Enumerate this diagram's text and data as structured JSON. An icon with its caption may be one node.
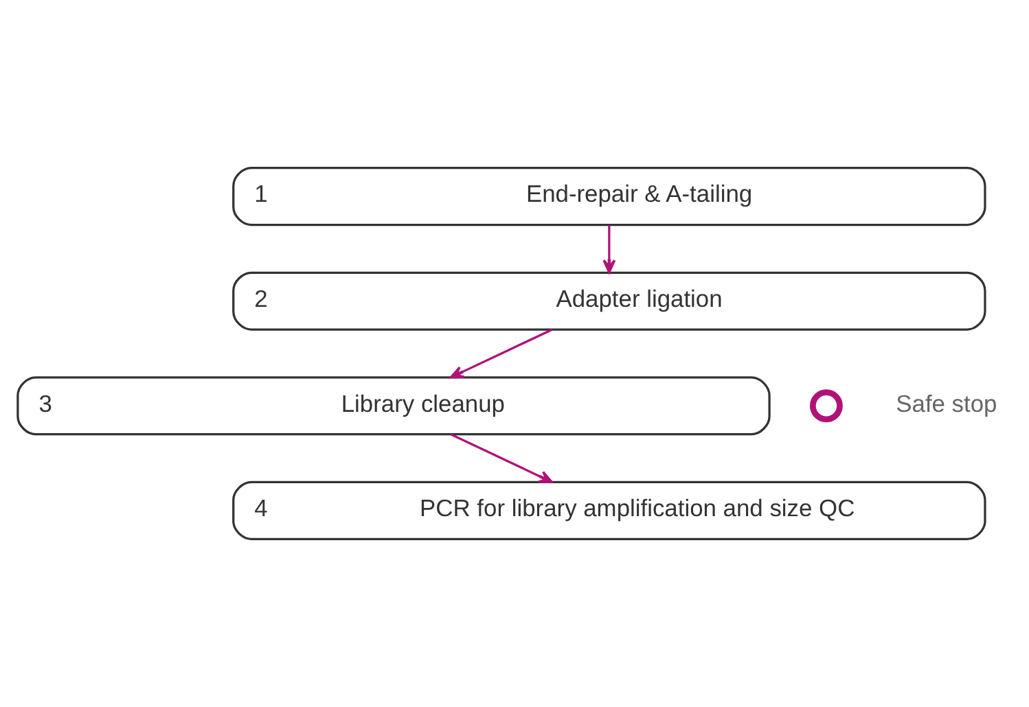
{
  "diagram": {
    "nodes": [
      {
        "text": [
          "1",
          "End-repair & A-tailing"
        ]
      },
      {
        "text": [
          "2",
          "Adapter ligation"
        ]
      },
      {
        "text": [
          "3",
          "Library cleanup"
        ]
      },
      {
        "text": [
          "4",
          "PCR for library amplification and size QC"
        ]
      },
      {
        "text": [],
        "shape": "circle",
        "beside": [
          "Safe stop"
        ]
      }
    ],
    "edges": [
      {
        "from": 0,
        "to": 1,
        "arrow": "to"
      },
      {
        "from": 1,
        "to": 2,
        "arrow": "to"
      },
      {
        "from": 2,
        "to": 3,
        "arrow": "to"
      }
    ]
  }
}
